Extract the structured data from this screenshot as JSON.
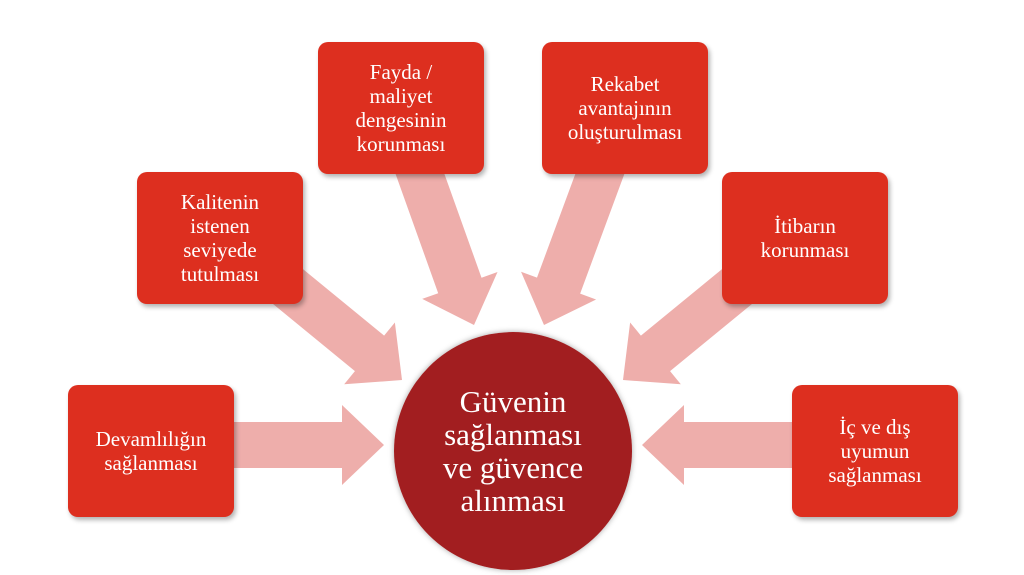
{
  "colors": {
    "box": "#dd2f1f",
    "center": "#a21e20",
    "arrow": "#eeaeab"
  },
  "center": {
    "label": "Güvenin\nsağlanması\nve güvence\nalınması"
  },
  "boxes": [
    {
      "label": "Devamlılığın\nsağlanması"
    },
    {
      "label": "Kalitenin\nistenen\nseviyede\ntutulması"
    },
    {
      "label": "Fayda /\nmaliyet\ndengesinin\nkorunması"
    },
    {
      "label": "Rekabet\navantajının\noluşturulması"
    },
    {
      "label": "İtibarın\nkorunması"
    },
    {
      "label": "İç ve dış\nuyumun\nsağlanması"
    }
  ]
}
